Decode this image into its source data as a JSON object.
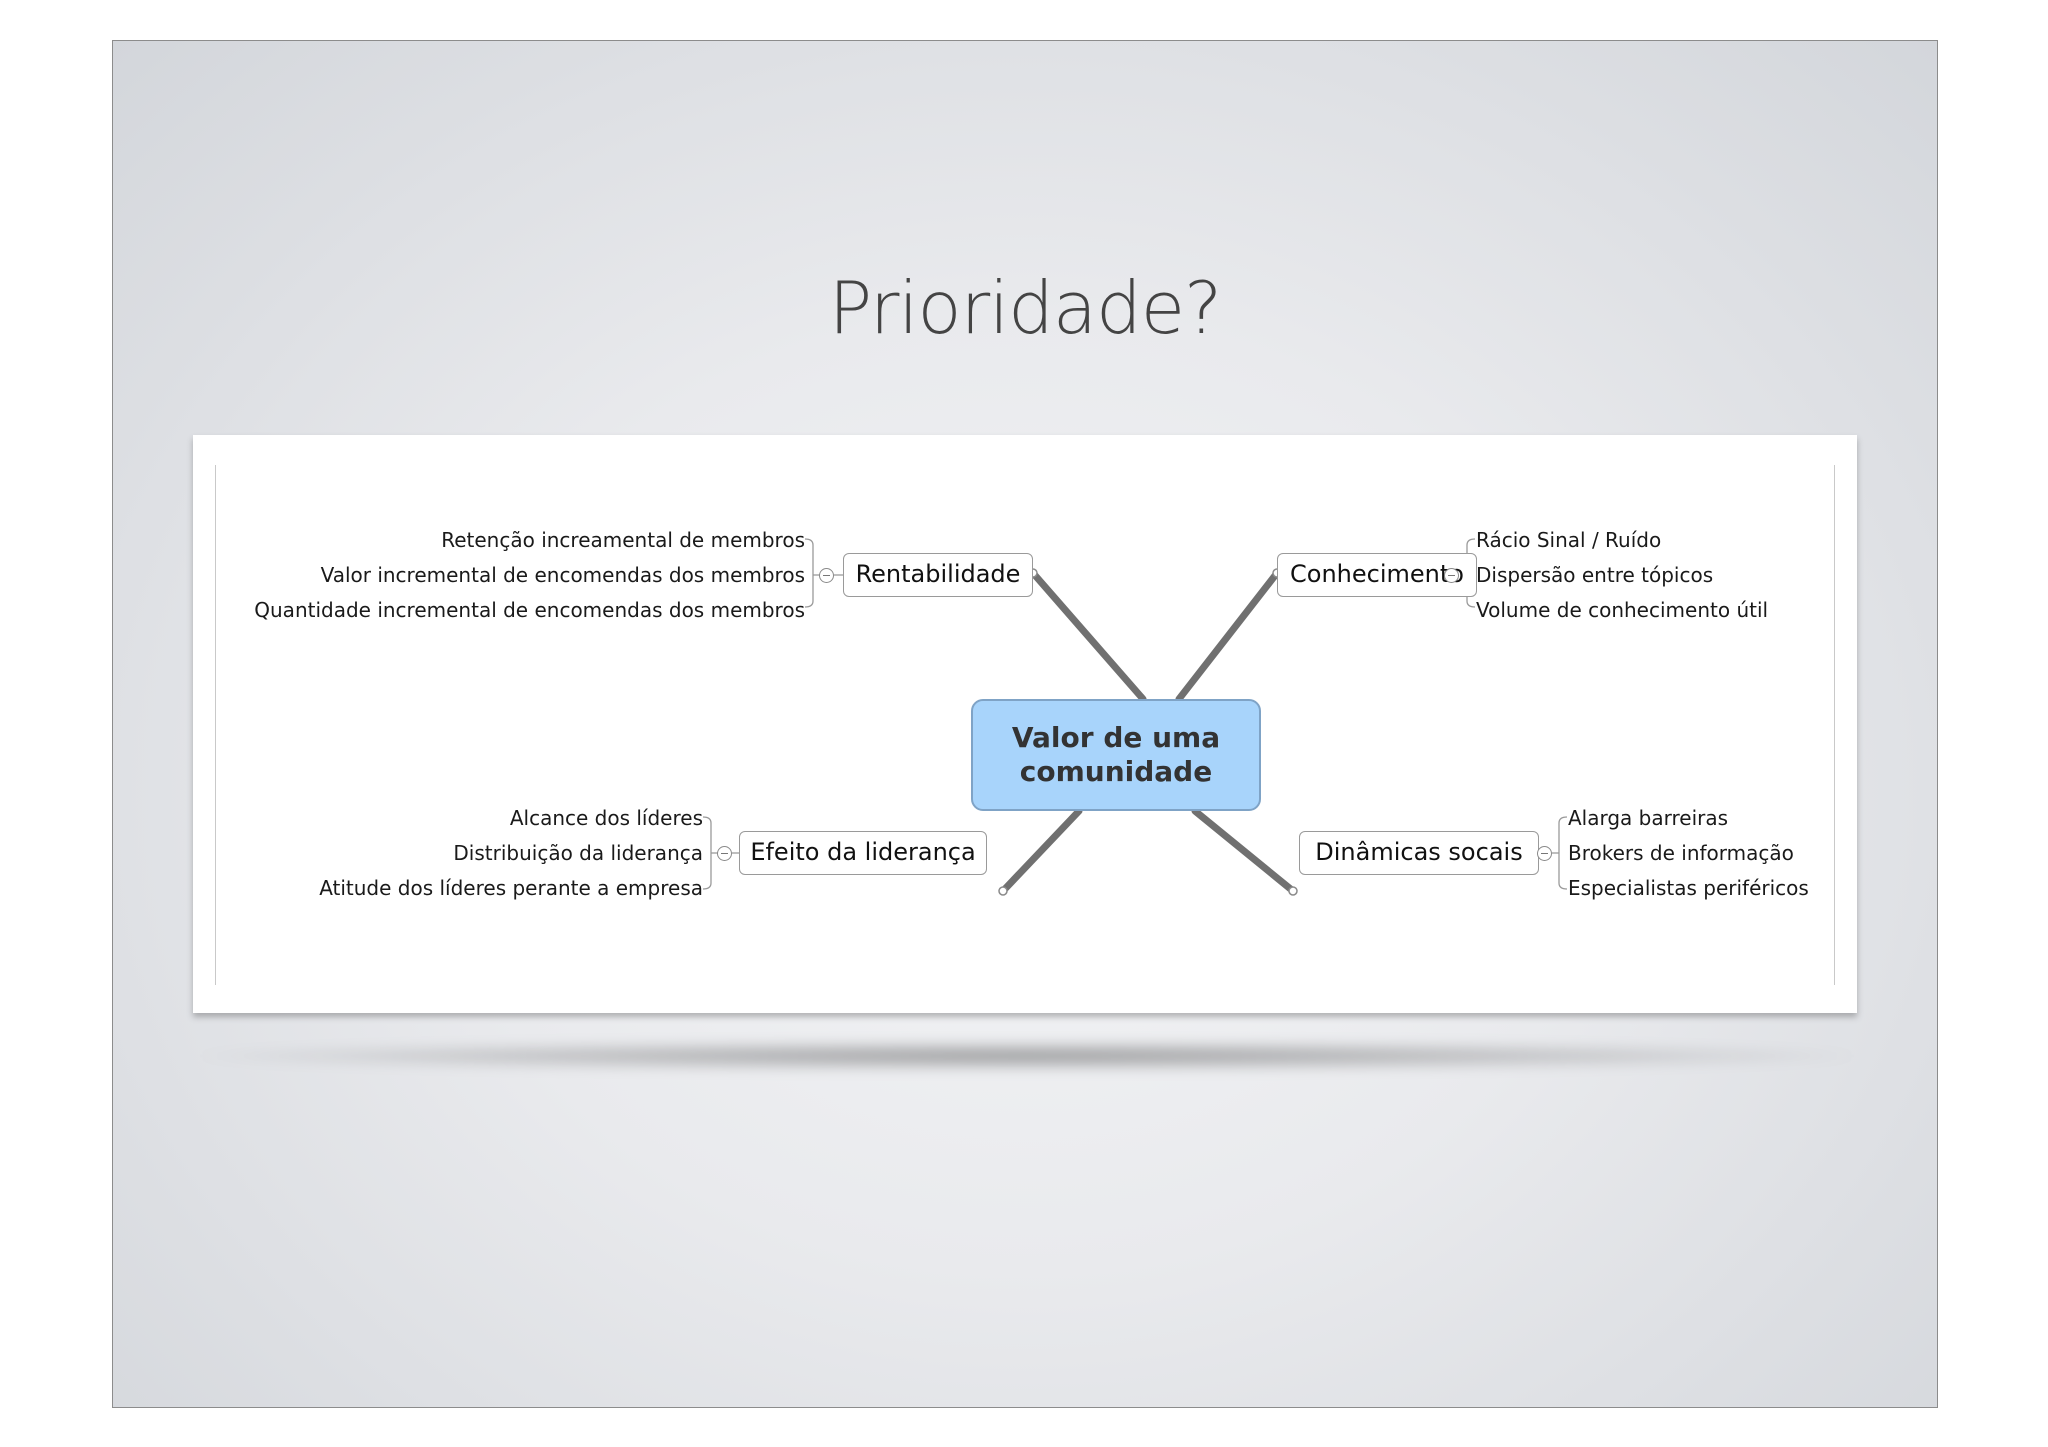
{
  "slide": {
    "title": "Prioridade?"
  },
  "mindmap": {
    "central": {
      "line1": "Valor de uma",
      "line2": "comunidade",
      "color": "#a8d4fb"
    },
    "branches": [
      {
        "label": "Rentabilidade",
        "children": [
          "Retenção increamental de membros",
          "Valor incremental de encomendas dos membros",
          "Quantidade incremental de encomendas dos membros"
        ]
      },
      {
        "label": "Conhecimento",
        "children": [
          "Rácio Sinal / Ruído",
          "Dispersão entre tópicos",
          "Volume de conhecimento útil"
        ]
      },
      {
        "label": "Efeito da liderança",
        "children": [
          "Alcance dos líderes",
          "Distribuição da liderança",
          "Atitude dos líderes perante a empresa"
        ]
      },
      {
        "label": "Dinâmicas socais",
        "children": [
          "Alarga barreiras",
          "Brokers de informação",
          "Especialistas periféricos"
        ]
      }
    ]
  }
}
